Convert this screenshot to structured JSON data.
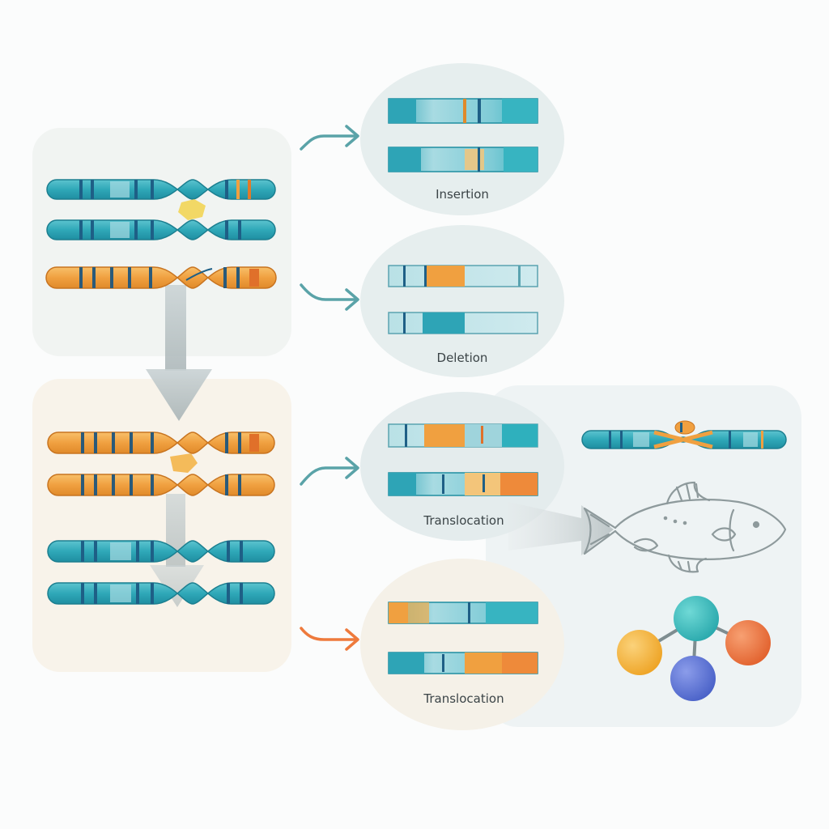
{
  "labels": {
    "insertion": "Insertion",
    "deletion": "Deletion",
    "translocation_1": "Translocation",
    "translocation_2": "Translocation"
  },
  "icons": {
    "organism": "fish-icon",
    "network": "molecule-network-icon"
  },
  "colors": {
    "teal": "#2fa8b8",
    "teal_light": "#9bd3dc",
    "teal_dark": "#1f7f93",
    "orange": "#f0a040",
    "orange_deep": "#ee7a2c",
    "band": "#1e5f86",
    "yellow": "#f2c94c",
    "arrow_teal": "#5aa3a8",
    "arrow_orange": "#ee7a3c",
    "node_teal": "#3bbfc0",
    "node_orange": "#ee7844",
    "node_yellow": "#f4b63a",
    "node_blue": "#5b74d6"
  }
}
